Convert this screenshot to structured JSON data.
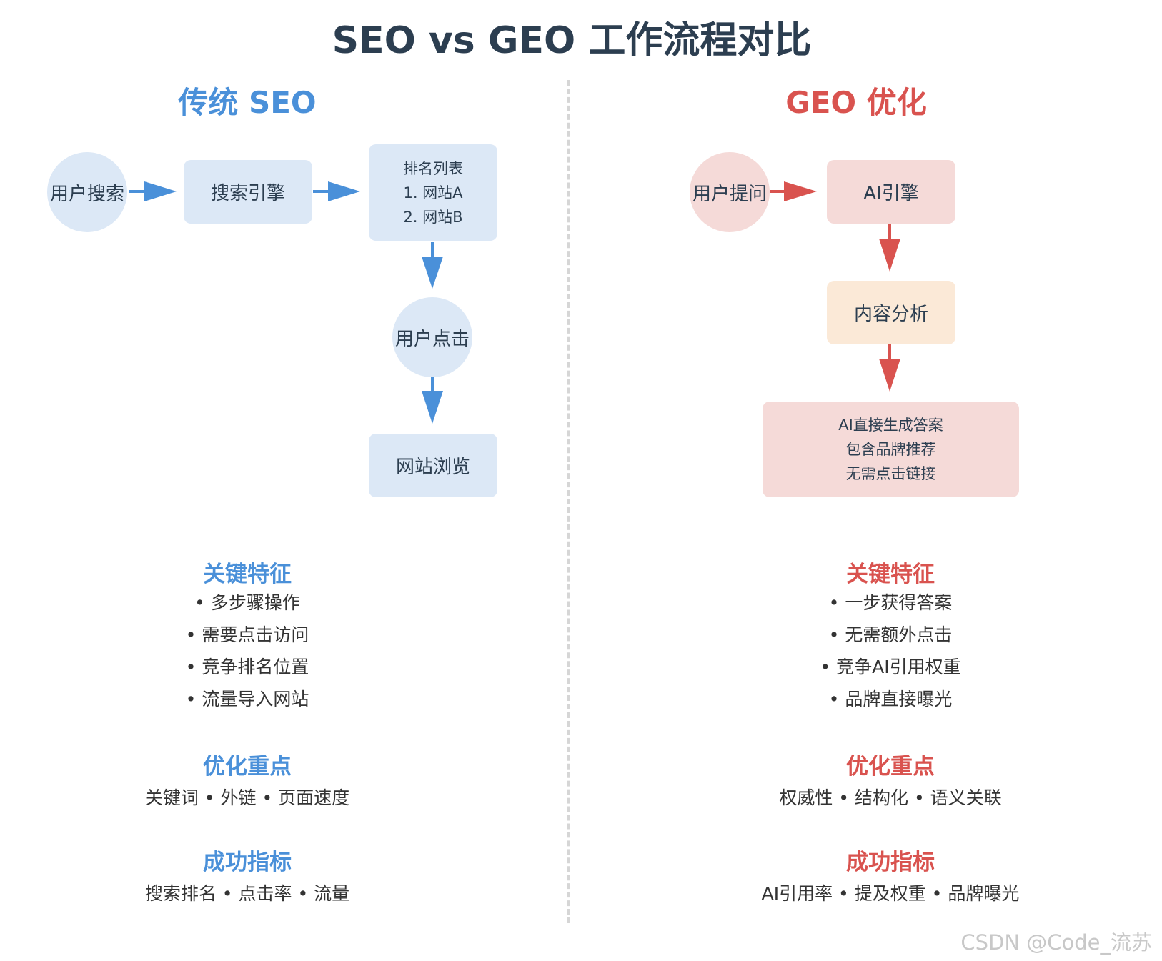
{
  "title": "SEO vs GEO 工作流程对比",
  "seo": {
    "title": "传统 SEO",
    "nodes": {
      "user_search": "用户搜索",
      "search_engine": "搜索引擎",
      "ranking": [
        "排名列表",
        "1. 网站A",
        "2. 网站B"
      ],
      "user_click": "用户点击",
      "site_browse": "网站浏览"
    },
    "features": {
      "heading": "关键特征",
      "items": [
        "• 多步骤操作",
        "• 需要点击访问",
        "• 竞争排名位置",
        "• 流量导入网站"
      ]
    },
    "focus": {
      "heading": "优化重点",
      "text": "关键词 • 外链 • 页面速度"
    },
    "metrics": {
      "heading": "成功指标",
      "text": "搜索排名 • 点击率 • 流量"
    }
  },
  "geo": {
    "title": "GEO 优化",
    "nodes": {
      "user_ask": "用户提问",
      "ai_engine": "AI引擎",
      "content_analysis": "内容分析",
      "ai_answer": [
        "AI直接生成答案",
        "包含品牌推荐",
        "无需点击链接"
      ]
    },
    "features": {
      "heading": "关键特征",
      "items": [
        "• 一步获得答案",
        "• 无需额外点击",
        "• 竞争AI引用权重",
        "• 品牌直接曝光"
      ]
    },
    "focus": {
      "heading": "优化重点",
      "text": "权威性 • 结构化 • 语义关联"
    },
    "metrics": {
      "heading": "成功指标",
      "text": "AI引用率 • 提及权重 • 品牌曝光"
    }
  },
  "watermark": "CSDN @Code_流苏",
  "colors": {
    "seo_accent": "#4a90d9",
    "geo_accent": "#d9534f",
    "seo_node": "#dce8f6",
    "geo_node": "#f5dad8",
    "analysis_node": "#fbe9d7",
    "title": "#2c3e50"
  }
}
